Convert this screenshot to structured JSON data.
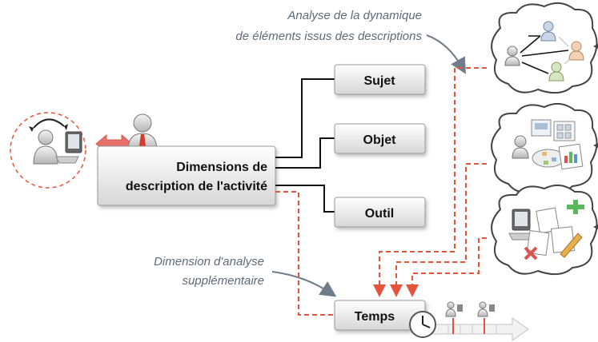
{
  "annotations": {
    "dynamics_line1": "Analyse de la dynamique",
    "dynamics_line2": "de éléments issus des descriptions",
    "extra_line1": "Dimension d'analyse",
    "extra_line2": "supplémentaire"
  },
  "central": {
    "line1": "Dimensions de",
    "line2": "description de l'activité"
  },
  "dimensions": {
    "subject": "Sujet",
    "object": "Objet",
    "tool": "Outil",
    "time": "Temps"
  },
  "colors": {
    "dashed_red": "#e5533a",
    "box_border": "#9a9a9a",
    "note_text": "#5d6b78",
    "arrow_fill": "#e8706a"
  },
  "icons": [
    "user-computer-icon",
    "person-tie-icon",
    "network-diagram-icon",
    "documents-icon",
    "tools-icon",
    "clock-icon"
  ]
}
